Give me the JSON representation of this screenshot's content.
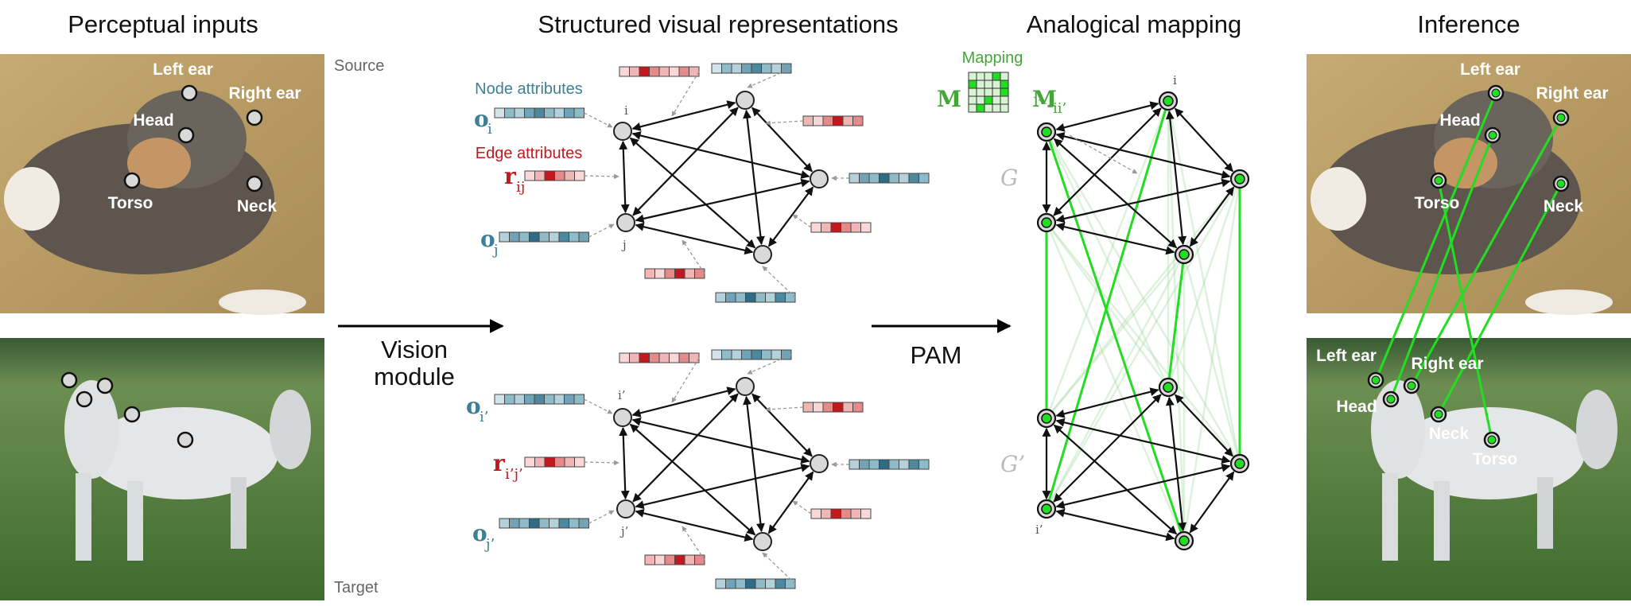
{
  "titles": {
    "perceptual": "Perceptual inputs",
    "structured": "Structured visual representations",
    "analogical": "Analogical mapping",
    "inference": "Inference"
  },
  "side_labels": {
    "source": "Source",
    "target": "Target"
  },
  "arrows": {
    "vision_line1": "Vision",
    "vision_line2": "module",
    "pam": "PAM"
  },
  "keypoints": {
    "left_ear": "Left ear",
    "right_ear": "Right ear",
    "head": "Head",
    "torso": "Torso",
    "neck": "Neck"
  },
  "attributes": {
    "node_title": "Node attributes",
    "edge_title": "Edge attributes",
    "o": "o",
    "r": "r",
    "sub_i": "i",
    "sub_j": "j",
    "sub_ij": "ij",
    "sub_i_prime": "i’",
    "sub_j_prime": "j’",
    "sub_ij_prime": "i’j’"
  },
  "node_index": {
    "i": "i",
    "j": "j",
    "i_prime": "i’",
    "j_prime": "j’"
  },
  "mapping": {
    "title": "Mapping",
    "symbol": "M",
    "sub": "ii’",
    "graph_source": "G",
    "graph_target": "G’"
  },
  "colors": {
    "teal": "#3f7f95",
    "red": "#c2181e",
    "green": "#22dd22",
    "mapping_title": "#44a638",
    "node_fill": "#d9d9d9"
  }
}
